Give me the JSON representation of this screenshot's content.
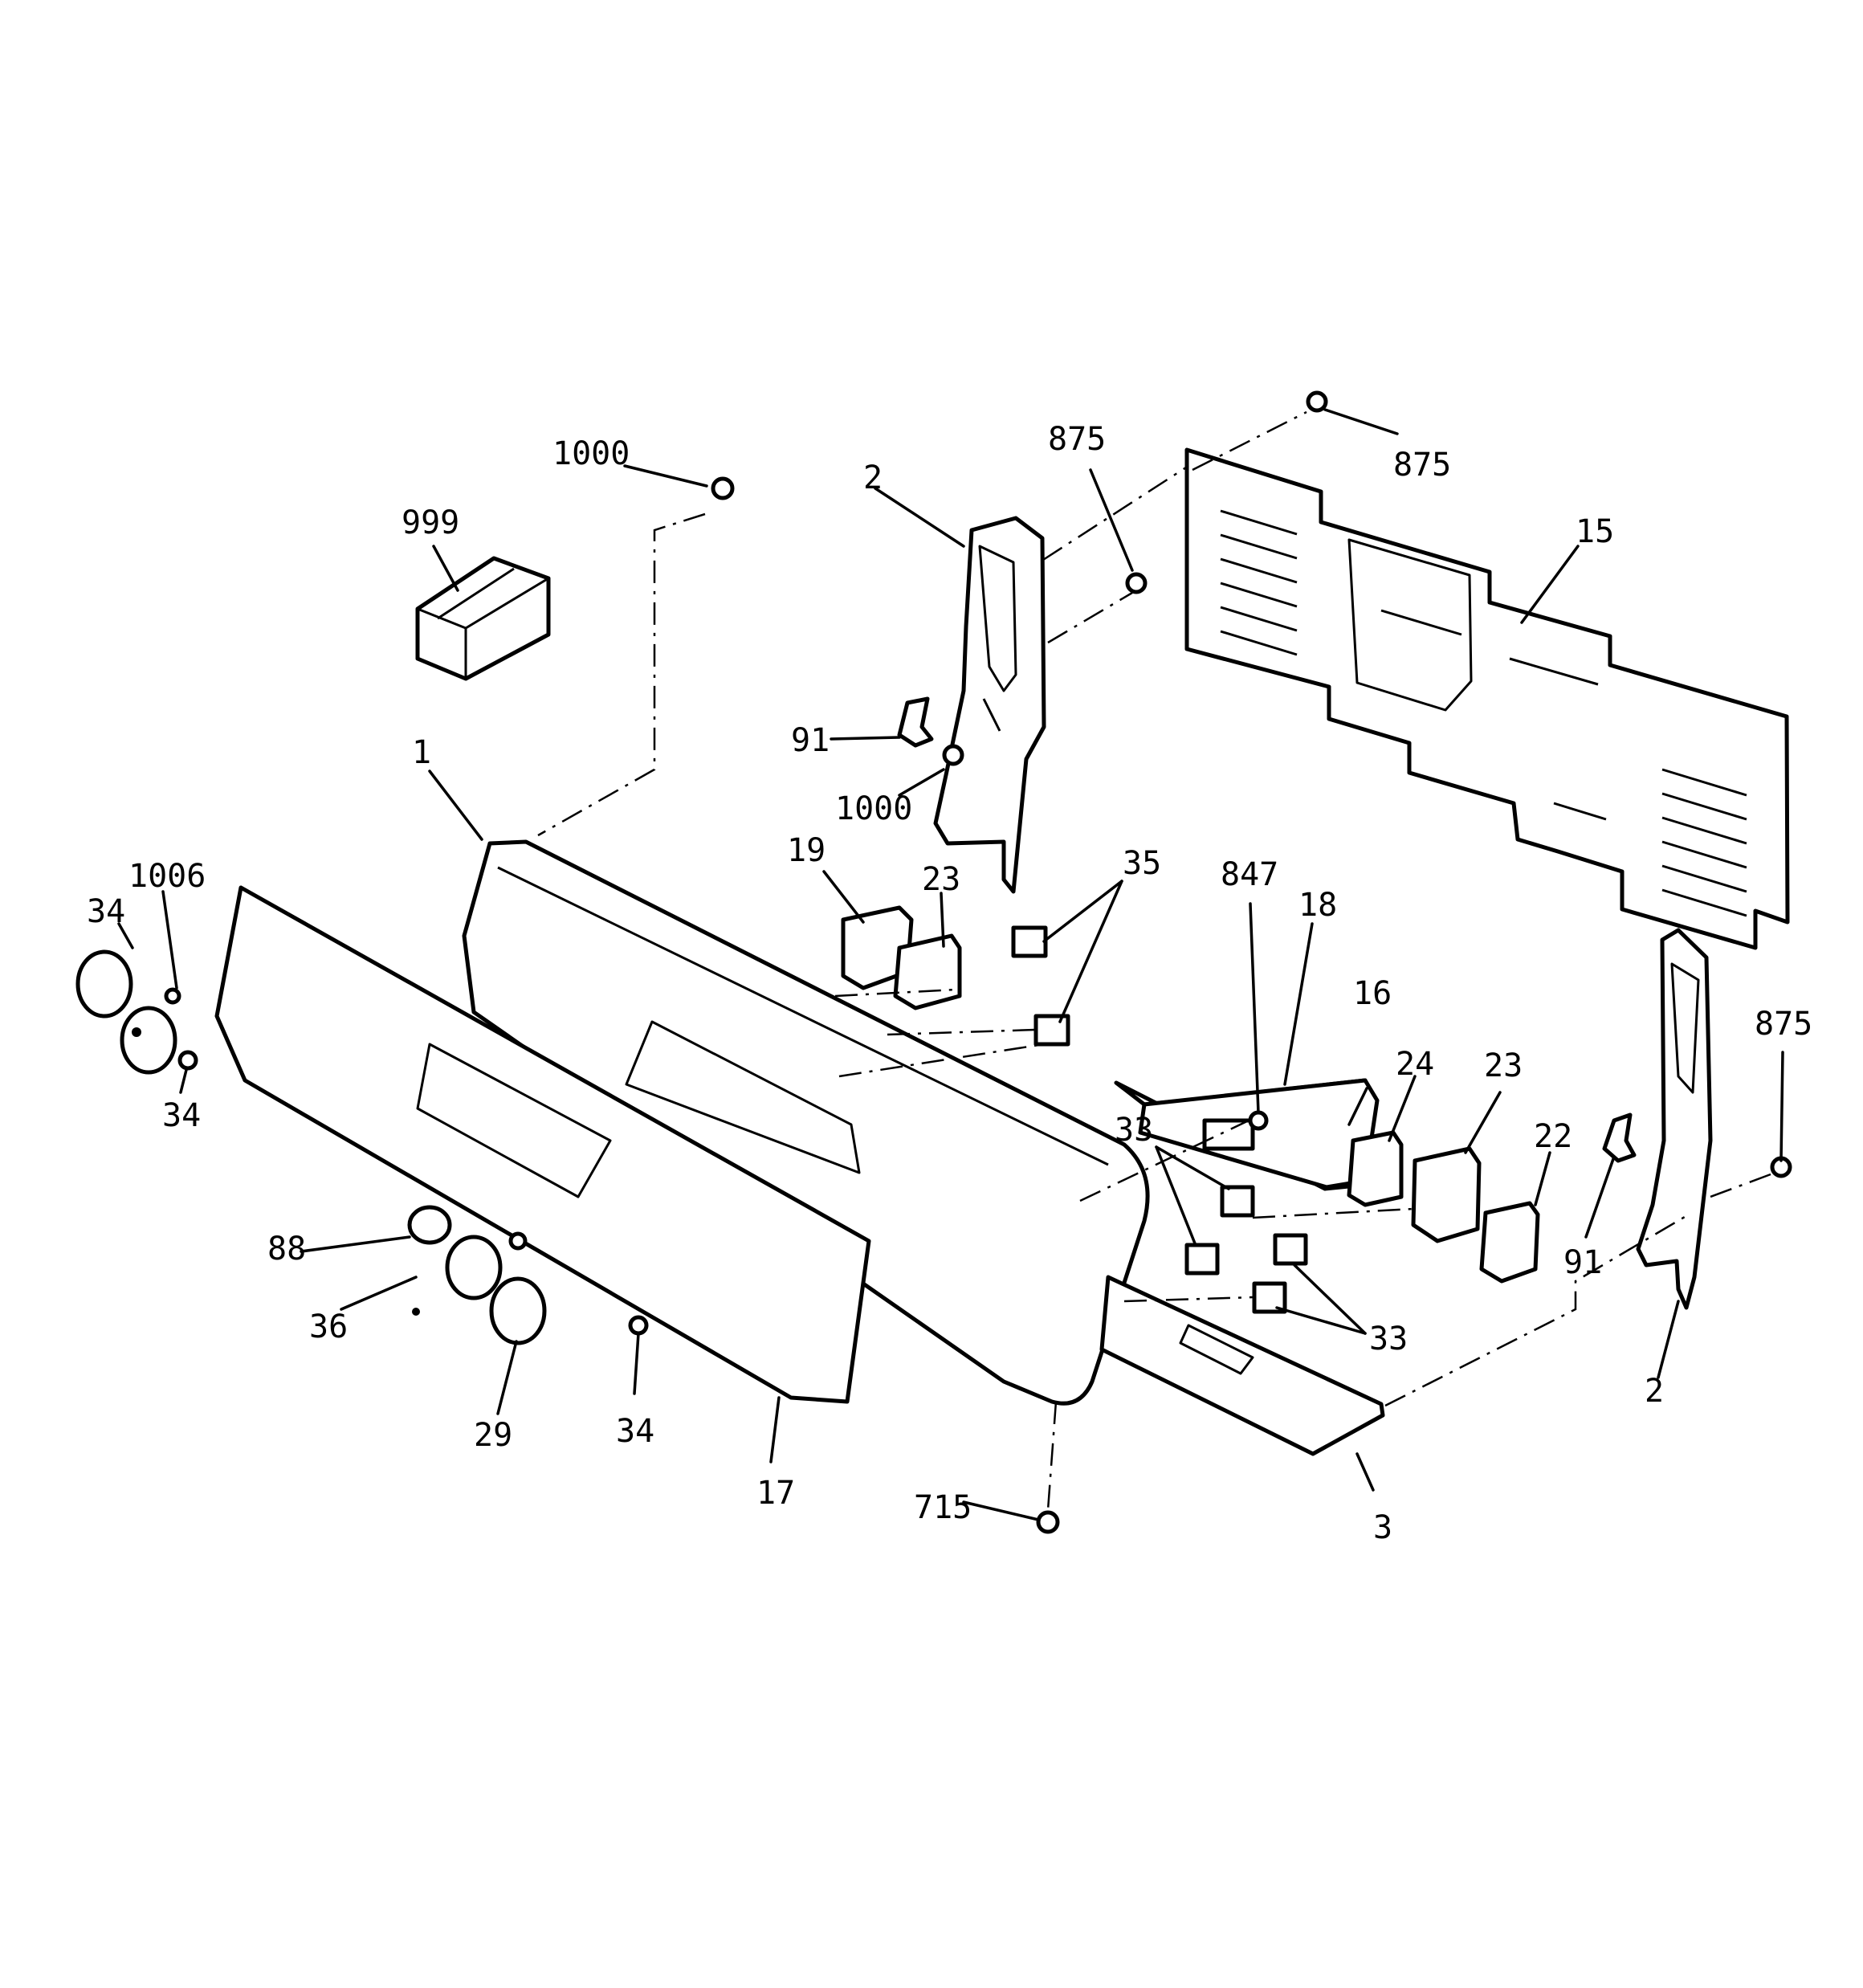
{
  "diagram": {
    "callouts": [
      "1000",
      "999",
      "1",
      "1006",
      "34",
      "34",
      "2",
      "875",
      "91",
      "1000",
      "19",
      "23",
      "35",
      "875",
      "15",
      "847",
      "18",
      "16",
      "24",
      "23",
      "22",
      "33",
      "33",
      "875",
      "91",
      "2",
      "88",
      "36",
      "29",
      "34",
      "17",
      "715",
      "3"
    ]
  }
}
